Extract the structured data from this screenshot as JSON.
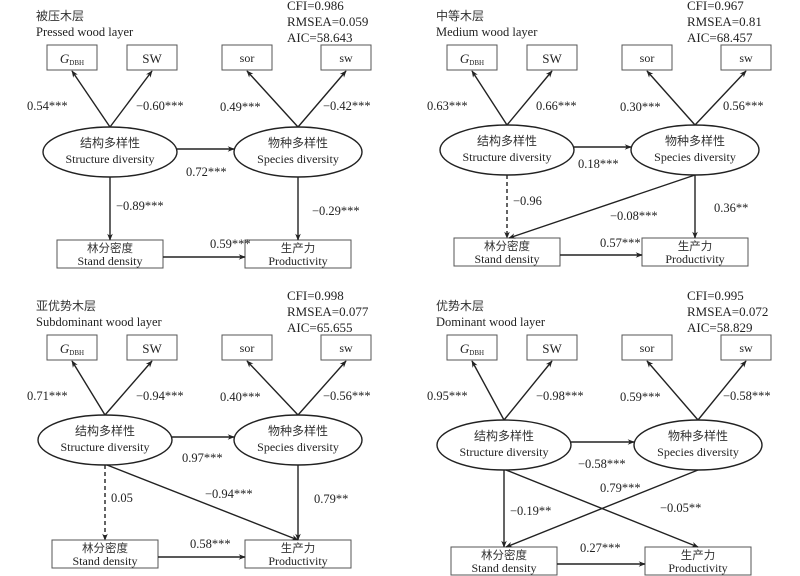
{
  "figure": {
    "node_labels": {
      "gdbh_main": "G",
      "gdbh_sub": "DBH",
      "sw_upper": "SW",
      "sor": "sor",
      "sw_lower": "sw",
      "structure_cn": "结构多样性",
      "structure_en": "Structure diversity",
      "species_cn": "物种多样性",
      "species_en": "Species diversity",
      "stand_cn": "林分密度",
      "stand_en": "Stand density",
      "prod_cn": "生产力",
      "prod_en": "Productivity"
    },
    "panels": [
      {
        "id": "pressed",
        "title_cn": "被压木层",
        "title_en": "Pressed wood layer",
        "fit": [
          "CFI=0.986",
          "RMSEA=0.059",
          "AIC=58.643"
        ],
        "paths": {
          "struct_gdbh": "0.54***",
          "struct_sw": "−0.60***",
          "species_sor": "0.49***",
          "species_sw": "−0.42***",
          "struct_species": "0.72***",
          "struct_stand": "−0.89***",
          "species_prod": "−0.29***",
          "stand_prod": "0.59***"
        },
        "dashed": []
      },
      {
        "id": "medium",
        "title_cn": "中等木层",
        "title_en": "Medium wood layer",
        "fit": [
          "CFI=0.967",
          "RMSEA=0.81",
          "AIC=68.457"
        ],
        "paths": {
          "struct_gdbh": "0.63***",
          "struct_sw": "0.66***",
          "species_sor": "0.30***",
          "species_sw": "0.56***",
          "struct_species": "0.18***",
          "struct_stand": "−0.96",
          "species_stand": "−0.08***",
          "species_prod": "0.36**",
          "stand_prod": "0.57***"
        },
        "dashed": [
          "struct_stand"
        ]
      },
      {
        "id": "subdominant",
        "title_cn": "亚优势木层",
        "title_en": "Subdominant wood layer",
        "fit": [
          "CFI=0.998",
          "RMSEA=0.077",
          "AIC=65.655"
        ],
        "paths": {
          "struct_gdbh": "0.71***",
          "struct_sw": "−0.94***",
          "species_sor": "0.40***",
          "species_sw": "−0.56***",
          "struct_species": "0.97***",
          "struct_stand": "0.05",
          "struct_prod": "−0.94***",
          "species_prod": "0.79**",
          "stand_prod": "0.58***"
        },
        "dashed": [
          "struct_stand"
        ]
      },
      {
        "id": "dominant",
        "title_cn": "优势木层",
        "title_en": "Dominant wood layer",
        "fit": [
          "CFI=0.995",
          "RMSEA=0.072",
          "AIC=58.829"
        ],
        "paths": {
          "struct_gdbh": "0.95***",
          "struct_sw": "−0.98***",
          "species_sor": "0.59***",
          "species_sw": "−0.58***",
          "struct_species": "−0.58***",
          "struct_stand": "−0.19**",
          "species_stand": "0.79***",
          "struct_prod": "−0.05**",
          "stand_prod": "0.27***"
        },
        "dashed": []
      }
    ]
  }
}
